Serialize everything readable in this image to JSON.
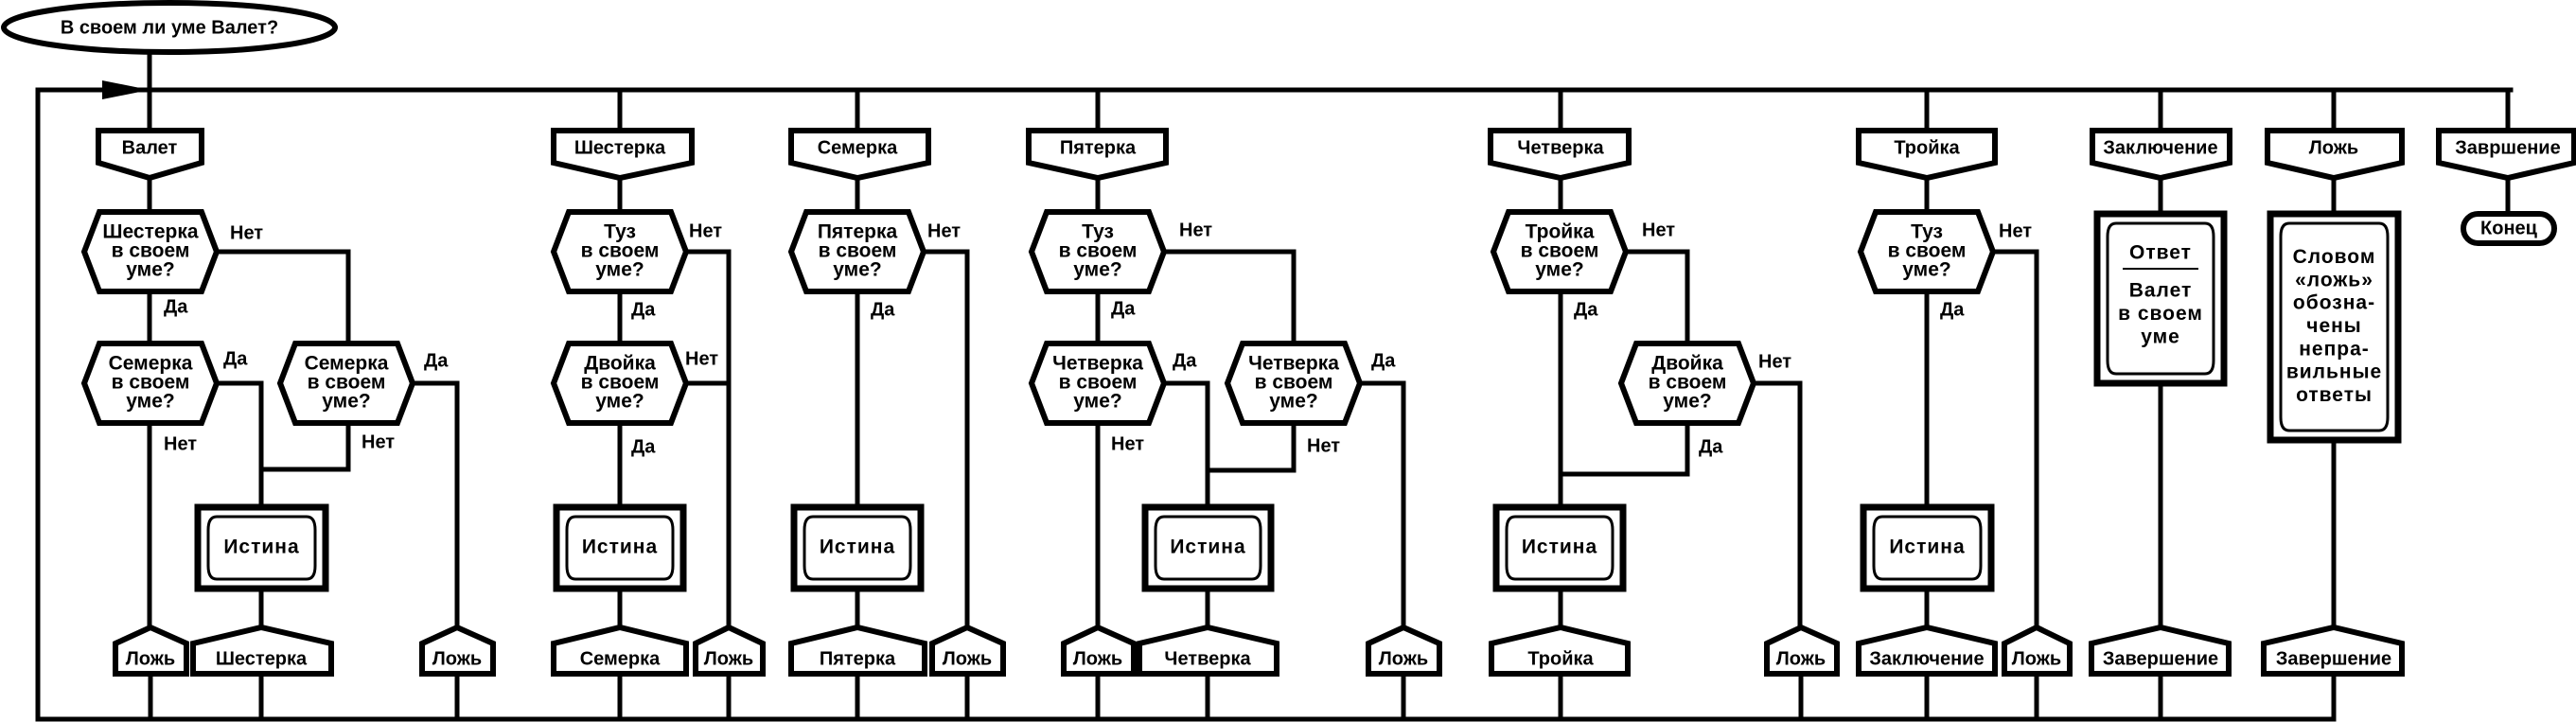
{
  "title": "В своем ли уме Валет?",
  "colors": {
    "stroke": "#000000",
    "background": "#ffffff"
  },
  "labels": {
    "yes": "Да",
    "no": "Нет"
  },
  "common": {
    "in_mind_line": "в своем",
    "question_end": "уме?"
  },
  "columns": [
    {
      "id": "valet",
      "header": "Валет",
      "decisions": [
        {
          "subject": "Шестерка",
          "lines": [
            "Шестерка",
            "в своем",
            "уме?"
          ],
          "branch_right": "Нет",
          "branch_down": "Да"
        },
        {
          "subject": "Семерка",
          "lines": [
            "Семерка",
            "в своем",
            "уме?"
          ],
          "branch_right": "Да",
          "branch_down": "Нет"
        },
        {
          "subject": "Семерка",
          "lines": [
            "Семерка",
            "в своем",
            "уме?"
          ],
          "branch_right": "Да",
          "branch_down": "Нет"
        }
      ],
      "result": "Истина",
      "exits": [
        "Ложь",
        "Шестерка",
        "Ложь"
      ]
    },
    {
      "id": "shesterka",
      "header": "Шестерка",
      "decisions": [
        {
          "subject": "Туз",
          "lines": [
            "Туз",
            "в своем",
            "уме?"
          ],
          "branch_right": "Нет",
          "branch_down": "Да"
        },
        {
          "subject": "Двойка",
          "lines": [
            "Двойка",
            "в своем",
            "уме?"
          ],
          "branch_right": "Нет",
          "branch_down": "Да"
        }
      ],
      "result": "Истина",
      "exits": [
        "Семерка",
        "Ложь"
      ]
    },
    {
      "id": "semerka",
      "header": "Семерка",
      "decisions": [
        {
          "subject": "Пятерка",
          "lines": [
            "Пятерка",
            "в своем",
            "уме?"
          ],
          "branch_right": "Нет",
          "branch_down": "Да"
        }
      ],
      "result": "Истина",
      "exits": [
        "Пятерка",
        "Ложь"
      ]
    },
    {
      "id": "pyaterka",
      "header": "Пятерка",
      "decisions": [
        {
          "subject": "Туз",
          "lines": [
            "Туз",
            "в своем",
            "уме?"
          ],
          "branch_right": "Нет",
          "branch_down": "Да"
        },
        {
          "subject": "Четверка",
          "lines": [
            "Четверка",
            "в своем",
            "уме?"
          ],
          "branch_right": "Да",
          "branch_down": "Нет"
        },
        {
          "subject": "Четверка",
          "lines": [
            "Четверка",
            "в своем",
            "уме?"
          ],
          "branch_right": "Да",
          "branch_down": "Нет"
        }
      ],
      "result": "Истина",
      "exits": [
        "Ложь",
        "Четверка",
        "Ложь"
      ]
    },
    {
      "id": "chetverka",
      "header": "Четверка",
      "decisions": [
        {
          "subject": "Тройка",
          "lines": [
            "Тройка",
            "в своем",
            "уме?"
          ],
          "branch_right": "Нет",
          "branch_down": "Да"
        },
        {
          "subject": "Двойка",
          "lines": [
            "Двойка",
            "в своем",
            "уме?"
          ],
          "branch_right": "Нет",
          "branch_down": "Да"
        }
      ],
      "result": "Истина",
      "exits": [
        "Тройка",
        "Ложь"
      ]
    },
    {
      "id": "troyka",
      "header": "Тройка",
      "decisions": [
        {
          "subject": "Туз",
          "lines": [
            "Туз",
            "в своем",
            "уме?"
          ],
          "branch_right": "Нет",
          "branch_down": "Да"
        }
      ],
      "result": "Истина",
      "exits": [
        "Заключение",
        "Ложь"
      ]
    },
    {
      "id": "zaklyuchenie",
      "header": "Заключение",
      "box": {
        "heading": "Ответ",
        "lines": [
          "Валет",
          "в своем",
          "уме"
        ]
      },
      "exits": [
        "Завершение"
      ]
    },
    {
      "id": "lozh",
      "header": "Ложь",
      "box": {
        "lines": [
          "Словом",
          "«ложь»",
          "обозна-",
          "чены",
          "непра-",
          "вильные",
          "ответы"
        ]
      },
      "exits": [
        "Завершение"
      ]
    },
    {
      "id": "zavershenie",
      "header": "Завршение",
      "terminal": "Конец"
    }
  ]
}
